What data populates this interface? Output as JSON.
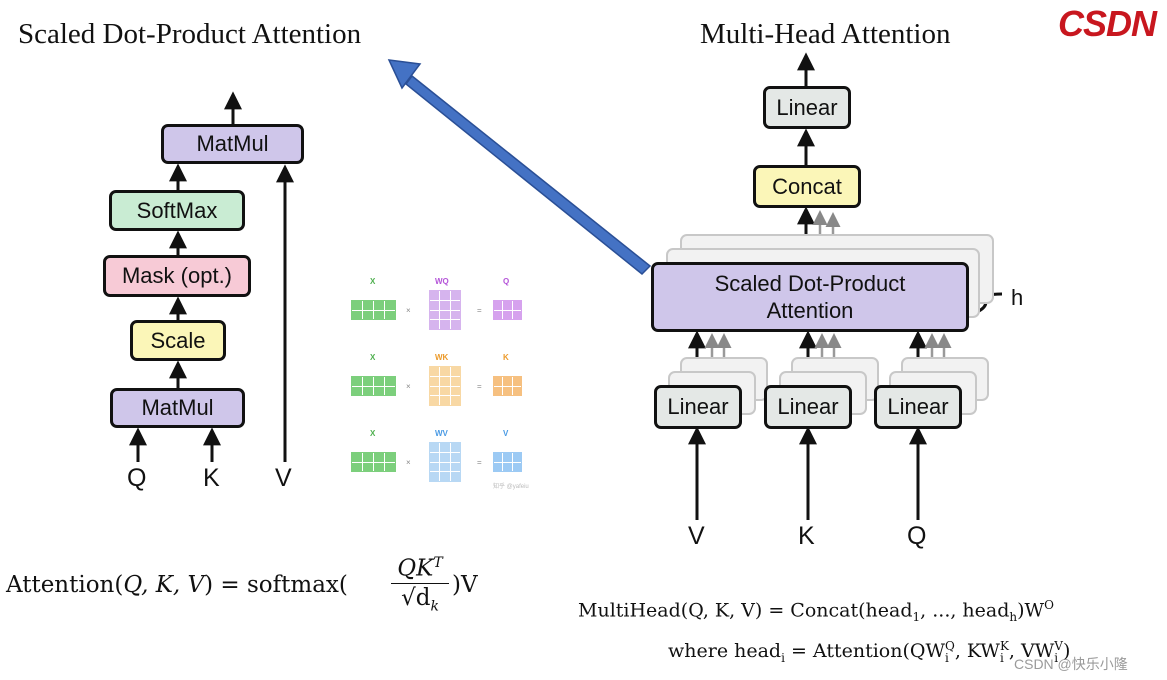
{
  "left_diagram": {
    "title": "Scaled Dot-Product Attention",
    "boxes": {
      "matmul_top": "MatMul",
      "softmax": "SoftMax",
      "mask": "Mask (opt.)",
      "scale": "Scale",
      "matmul_bottom": "MatMul"
    },
    "inputs": {
      "q": "Q",
      "k": "K",
      "v": "V"
    }
  },
  "right_diagram": {
    "title": "Multi-Head Attention",
    "boxes": {
      "linear_top": "Linear",
      "concat": "Concat",
      "sdpa_line1": "Scaled Dot-Product",
      "sdpa_line2": "Attention",
      "linear_v": "Linear",
      "linear_k": "Linear",
      "linear_q": "Linear"
    },
    "h_label": "h",
    "inputs": {
      "v": "V",
      "k": "K",
      "q": "Q"
    }
  },
  "matrices": {
    "rows": [
      {
        "input": "X",
        "weight": "WQ",
        "output": "Q",
        "input_color": "#7ccf7c",
        "weight_color": "#d6b4ee",
        "output_color": "#d6a2ee",
        "weight_text_color": "#b454d8",
        "output_text_color": "#b454d8"
      },
      {
        "input": "X",
        "weight": "WK",
        "output": "K",
        "input_color": "#7ccf7c",
        "weight_color": "#f8d8a4",
        "output_color": "#f6c080",
        "weight_text_color": "#ec9a2a",
        "output_text_color": "#ec9a2a"
      },
      {
        "input": "X",
        "weight": "WV",
        "output": "V",
        "input_color": "#7ccf7c",
        "weight_color": "#b8d8f4",
        "output_color": "#9ccaf4",
        "weight_text_color": "#4a9ae4",
        "output_text_color": "#4a9ae4"
      }
    ],
    "times": "×",
    "equals": "=",
    "small_caption": "知乎 @yafeiu"
  },
  "formulas": {
    "attention": {
      "lhs": "Attention(",
      "args": "Q, K, V",
      "rhs": ") = softmax(",
      "num": "QK",
      "num_sup": "T",
      "den": "√d",
      "den_sub": "k",
      "tail": ")V"
    },
    "multihead": {
      "text": "MultiHead(Q, K, V) = Concat(head",
      "sub1": "1",
      "mid": ", ..., head",
      "subh": "h",
      "tail": ")W",
      "sup": "O"
    },
    "where": {
      "text": "where head",
      "sub_i": "i",
      "eq": " = Attention(QW",
      "sup_q": "Q",
      "sub_q": "i",
      "k": ", KW",
      "sup_k": "K",
      "sub_k": "i",
      "v": ", VW",
      "sup_v": "V",
      "sub_v": "i",
      "end": ")"
    }
  },
  "watermarks": {
    "brand": "CSDN",
    "footer": "CSDN @快乐小隆"
  },
  "colors": {
    "big_arrow": "#3f6fc7",
    "big_arrow_edge": "#2a4f96"
  }
}
